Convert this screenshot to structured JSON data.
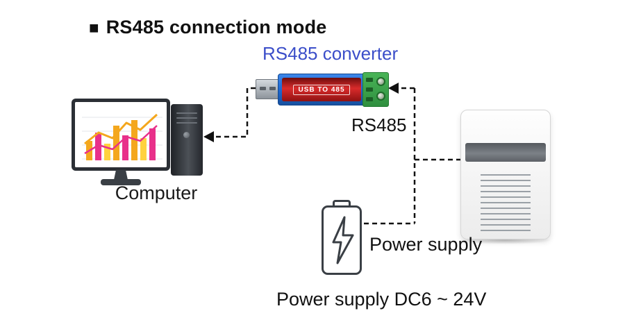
{
  "title": {
    "bullet": "■",
    "text": "RS485 connection mode"
  },
  "converter": {
    "label": "RS485 converter",
    "device_text": "USB TO 485"
  },
  "computer": {
    "label": "Computer"
  },
  "bus": {
    "label": "RS485"
  },
  "power": {
    "label": "Power supply",
    "spec": "Power supply DC6 ~ 24V"
  },
  "colors": {
    "accent_blue_label": "#3b4ec9",
    "converter_body_blue": "#1f6bd6",
    "converter_panel_red": "#d92b2b",
    "terminal_green": "#3aa64a",
    "line_black": "#111111",
    "sensor_band_gray": "#6b6f73"
  },
  "icons": {
    "computer": "computer-icon",
    "converter": "usb-converter-icon",
    "sensor": "sensor-icon",
    "battery": "battery-icon",
    "lightning": "lightning-icon"
  }
}
